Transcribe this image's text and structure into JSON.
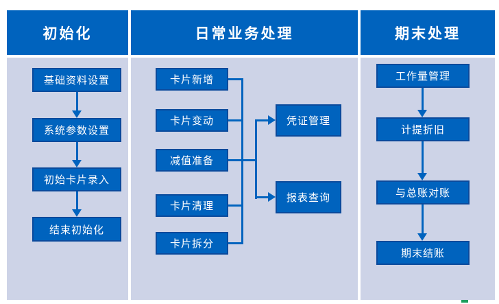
{
  "colors": {
    "header_blue": "#0063BE",
    "box_blue": "#0063BE",
    "box_border": "#0A4A9C",
    "panel_lavender": "#CDD3E7",
    "line_blue": "#0063BE",
    "text_white": "#FFFFFF",
    "watermark_green": "#1F9E5E"
  },
  "diagram": {
    "columns": [
      {
        "title": "初始化",
        "boxes": [
          "基础资料设置",
          "系统参数设置",
          "初始卡片录入",
          "结束初始化"
        ]
      },
      {
        "title": "日常业务处理",
        "boxes": [
          "卡片新增",
          "卡片变动",
          "减值准备",
          "卡片清理",
          "卡片拆分"
        ],
        "targets": [
          "凭证管理",
          "报表查询"
        ]
      },
      {
        "title": "期末处理",
        "boxes": [
          "工作量管理",
          "计提折旧",
          "与总账对账",
          "期末结账"
        ]
      }
    ]
  }
}
